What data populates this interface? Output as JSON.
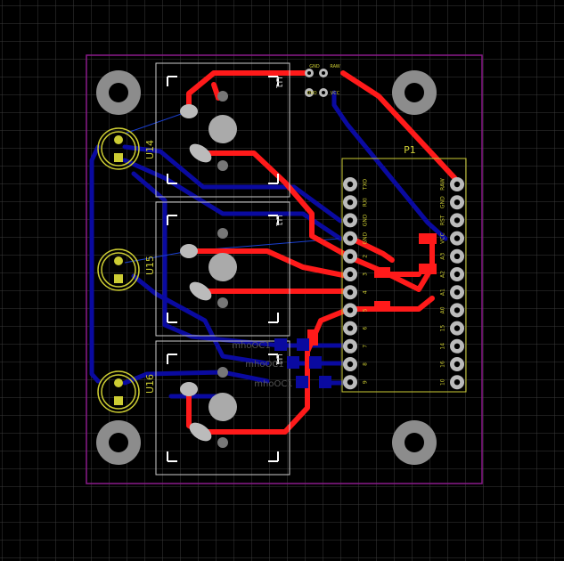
{
  "colors": {
    "background": "#000000",
    "grid": "#3a3a3a",
    "board_outline": "#8b1a8b",
    "top_copper": "#ff1a1a",
    "bottom_copper": "#0a0aa0",
    "silkscreen": "#ffffff",
    "component_outline": "#cccc33",
    "pad": "#bbbbbb",
    "mounting_hole": "#8c8c8c",
    "drill": "#000000"
  },
  "labels": {
    "u14": "U14",
    "u15": "U15",
    "u16": "U16",
    "p1": "P1",
    "u1_mark": "U1",
    "top_con_gnd": "GND",
    "top_con_raw": "RAW",
    "top_con_ovo": "OVO",
    "top_con_vcc": "VCC",
    "resistor_1": "mhoOC1",
    "resistor_2": "mhoOC1",
    "resistor_3": "mhoOC1"
  },
  "header_left": [
    "TXO",
    "RXI",
    "GND",
    "GND",
    "2",
    "3",
    "4",
    "5",
    "6",
    "7",
    "8",
    "9"
  ],
  "header_right": [
    "RAW",
    "GND",
    "RST",
    "VCC",
    "A3",
    "A2",
    "A1",
    "A0",
    "15",
    "14",
    "16",
    "10"
  ]
}
